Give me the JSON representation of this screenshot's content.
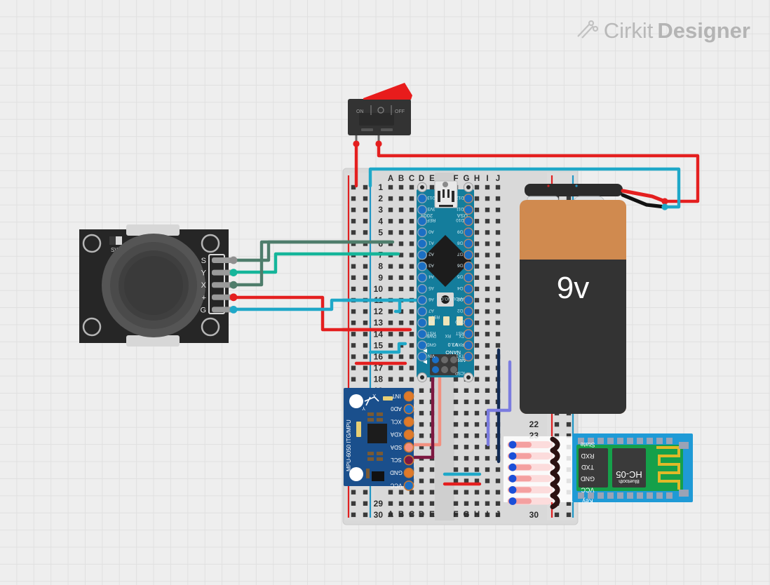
{
  "app": {
    "watermark_light": "Cirkit",
    "watermark_bold": "Designer",
    "logo_icon": "cirkit-logo-icon",
    "background": "#eeeeee",
    "grid_color": "#e0e0e0"
  },
  "breadboard": {
    "name": "full-size-breadboard",
    "column_labels_left": [
      "A",
      "B",
      "C",
      "D",
      "E"
    ],
    "column_labels_right": [
      "F",
      "G",
      "H",
      "I",
      "J"
    ],
    "row_numbers_visible_left": [
      "1",
      "2",
      "3",
      "4",
      "5",
      "6",
      "7",
      "8",
      "9",
      "10",
      "11",
      "12",
      "13",
      "14",
      "15",
      "16",
      "17",
      "18",
      "19",
      "29",
      "30"
    ],
    "row_numbers_visible_right": [
      "22",
      "23",
      "30"
    ],
    "rail_positive_color": "#e02020",
    "rail_negative_color": "#2196c4",
    "body_color": "#d8d8d8"
  },
  "arduino": {
    "name": "Arduino Nano",
    "board_text_line1": "ARDUINO",
    "board_text_line2": "NANO",
    "board_text_line3": "V3.0",
    "board_url": "ARDUINO.CC",
    "usb_left_text": "2009",
    "usb_right_text": "USA",
    "icsp_label": "ICSP",
    "leds": [
      "PWR",
      "RX",
      "TX"
    ],
    "serial_marks": [
      "RX0",
      "TX1"
    ],
    "pins_left": [
      "D13",
      "3V3",
      "REF",
      "A0",
      "A1",
      "A2",
      "A3",
      "A4",
      "A5",
      "A6",
      "A7",
      "5V",
      "RST",
      "GND",
      "VIN"
    ],
    "pins_right": [
      "D12",
      "D11",
      "D10",
      "D9",
      "D8",
      "D7",
      "D6",
      "D5",
      "D4",
      "D3",
      "D2",
      "GND",
      "RST",
      "RX0",
      "TX1"
    ],
    "pcb_color": "#147d9c"
  },
  "mpu": {
    "name": "MPU-6050",
    "side_label": "MPU-6050 ITG/MPU",
    "axis_label_x": "X",
    "axis_label_y": "Y",
    "pins": [
      "INT",
      "AD0",
      "XCL",
      "XDA",
      "SDA",
      "SCL",
      "GND",
      "VCC"
    ],
    "pcb_color": "#1a4f8c"
  },
  "bluetooth": {
    "name": "HC-05",
    "chip_label_line1": "HC-05",
    "chip_label_line2": "Bluetooth",
    "pins": [
      "State",
      "RXD",
      "TXD",
      "GND",
      "VCC",
      "Key"
    ],
    "pcb_color": "#1f9ad6",
    "shield_color": "#15a04a"
  },
  "battery": {
    "name": "9V Battery",
    "label": "9v",
    "top_color": "#d08a4f",
    "body_color": "#333333"
  },
  "switch": {
    "name": "Rocker Switch SPST",
    "label_on": "ON",
    "label_off": "OFF",
    "body_color": "#333333",
    "toggle_color": "#e81c1c"
  },
  "joystick": {
    "name": "Joystick Module",
    "board_label": "SW",
    "pins": [
      "S",
      "Y",
      "X",
      "+",
      "G"
    ],
    "body_color": "#262626",
    "stick_color": "#4a4a4a"
  },
  "wires": {
    "colors": {
      "red": "#e41f1f",
      "cyan": "#1fa8c8",
      "teal": "#15b59a",
      "dark_green": "#4e7d6b",
      "salmon": "#f2907f",
      "maroon": "#7d1840",
      "navy": "#122b54",
      "periwinkle": "#7b7ce0",
      "black": "#111111",
      "gray": "#8f8f8f"
    }
  }
}
